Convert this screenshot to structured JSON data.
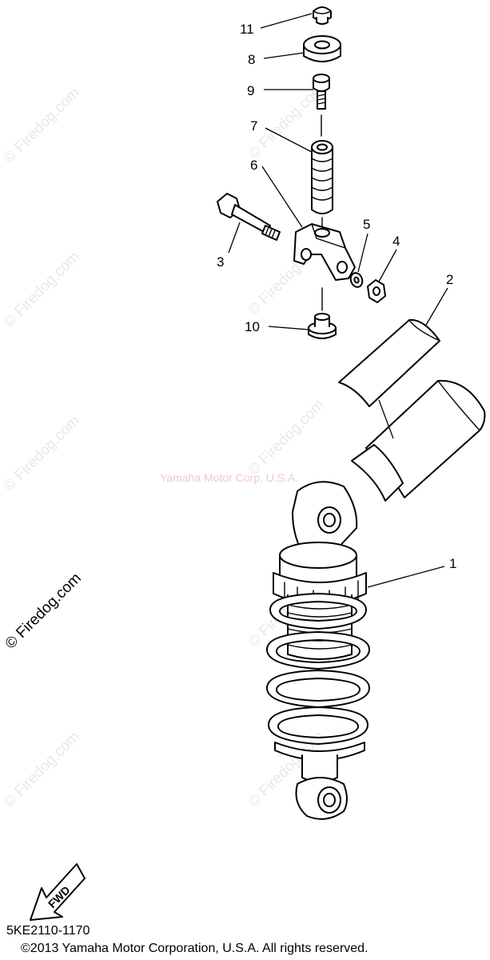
{
  "watermark": {
    "site_text": "© Firedog.com",
    "center_text": "Yamaha Motor Corp, U.S.A."
  },
  "fwd_label": "FWD",
  "callouts": {
    "c1": "1",
    "c2": "2",
    "c3": "3",
    "c4": "4",
    "c5": "5",
    "c6": "6",
    "c7": "7",
    "c8": "8",
    "c9": "9",
    "c10": "10",
    "c11": "11"
  },
  "footer": {
    "diagram_code": "5KE2110-1170",
    "copyright": "©2013 Yamaha Motor Corporation, U.S.A. All rights reserved."
  }
}
